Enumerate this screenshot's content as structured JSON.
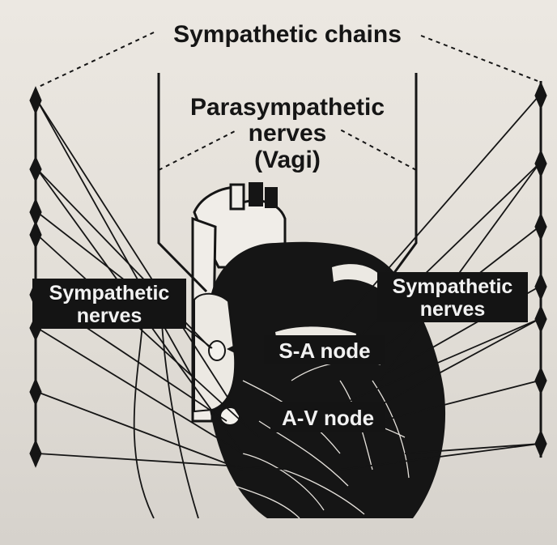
{
  "labels": {
    "sympathetic_chains": "Sympathetic chains",
    "parasympathetic_line1": "Parasympathetic",
    "parasympathetic_line2": "nerves",
    "parasympathetic_line3": "(Vagi)",
    "left_sympathetic_line1": "Sympathetic",
    "left_sympathetic_line2": "nerves",
    "right_sympathetic_line1": "Sympathetic",
    "right_sympathetic_line2": "nerves",
    "sa_node": "S-A node",
    "av_node": "A-V node"
  },
  "colors": {
    "ink": "#151515",
    "paper": "#e6e2dc",
    "label_box": "#141414",
    "label_box_text": "#f2f2f2"
  }
}
